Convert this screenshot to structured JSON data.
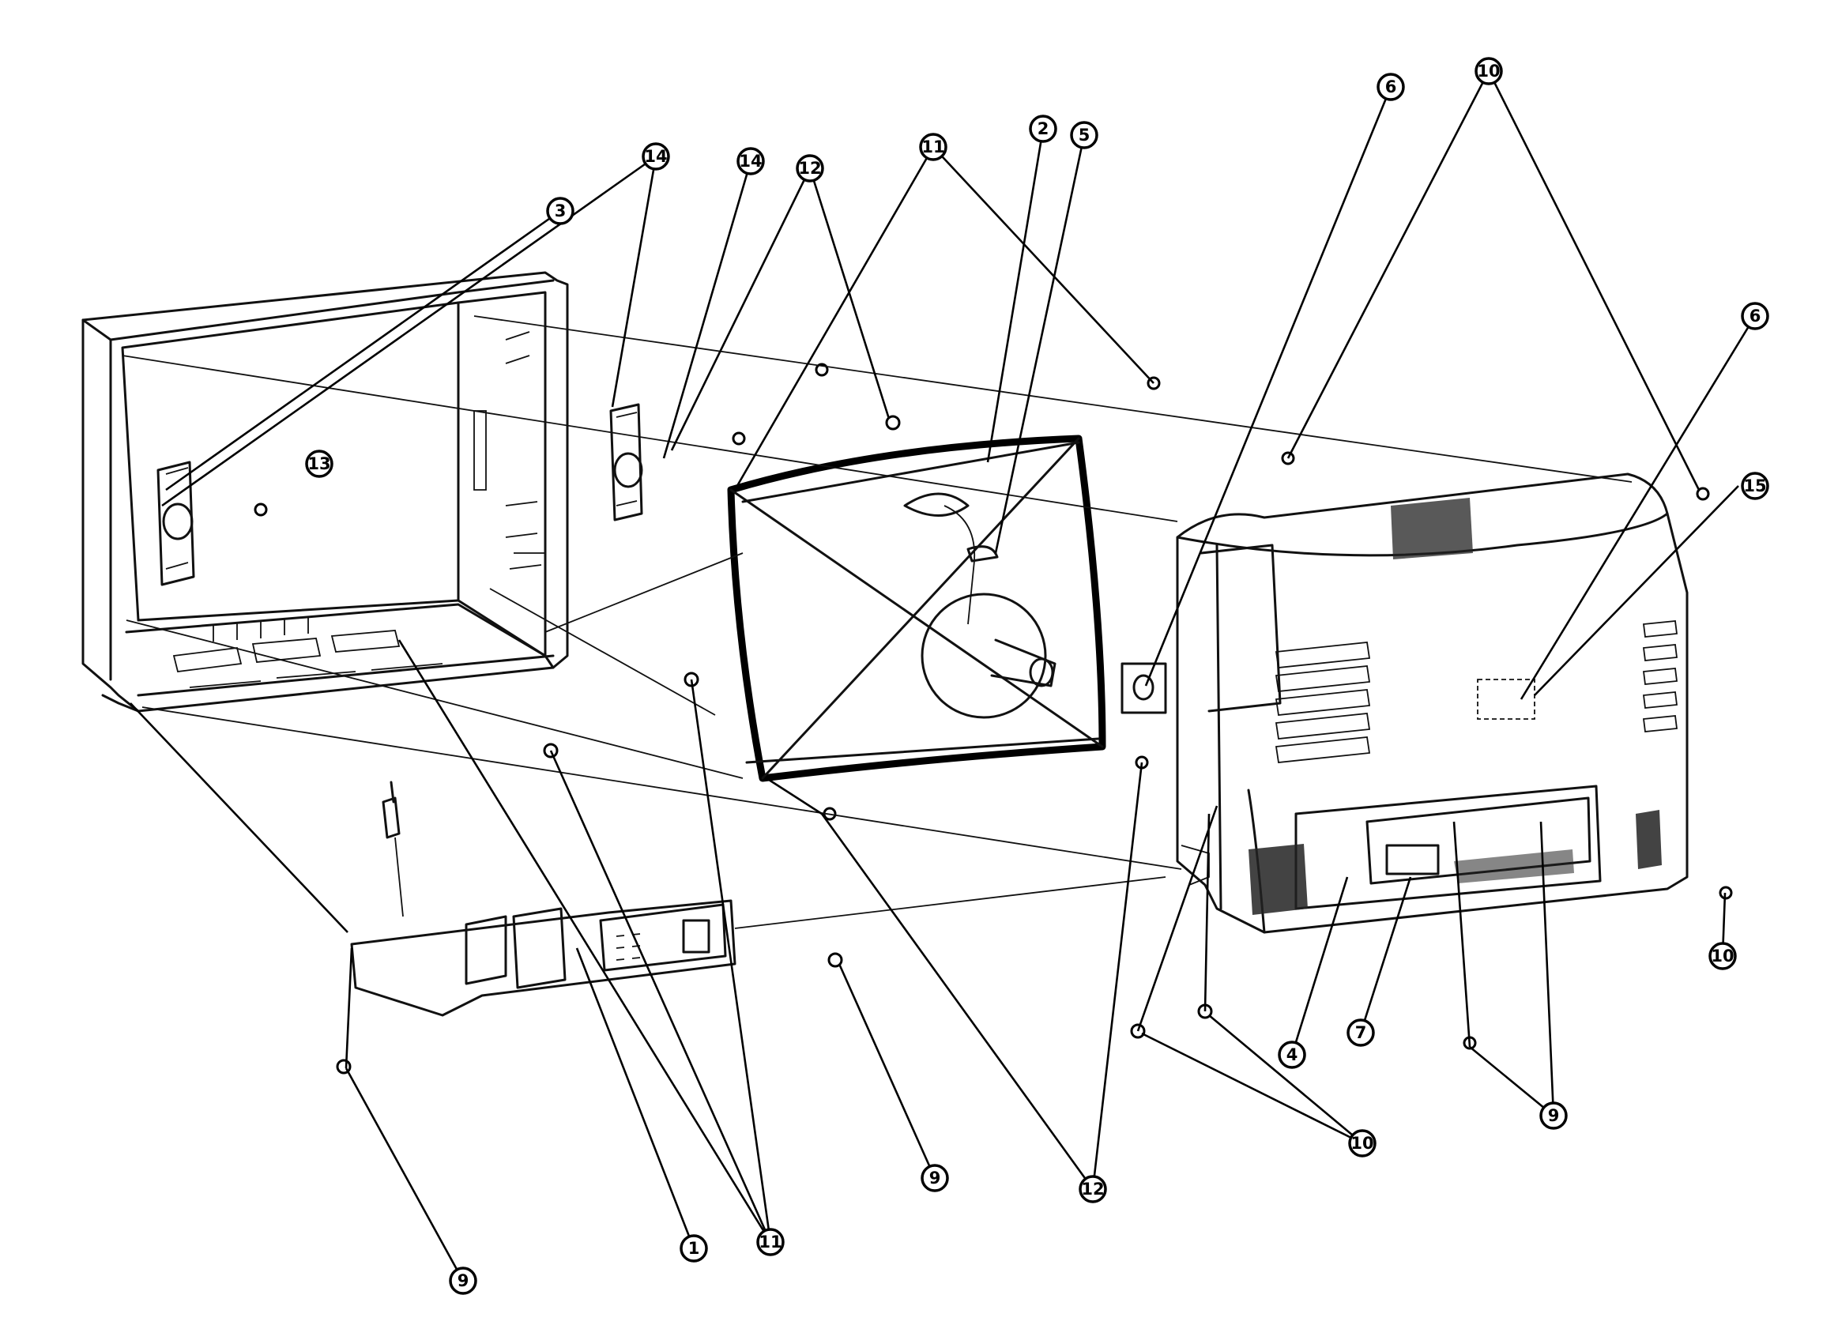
{
  "callouts": [
    {
      "id": "c1",
      "label": "1"
    },
    {
      "id": "c2",
      "label": "2"
    },
    {
      "id": "c3",
      "label": "3"
    },
    {
      "id": "c4",
      "label": "4"
    },
    {
      "id": "c5",
      "label": "5"
    },
    {
      "id": "c6a",
      "label": "6"
    },
    {
      "id": "c6b",
      "label": "6"
    },
    {
      "id": "c7",
      "label": "7"
    },
    {
      "id": "c9a",
      "label": "9"
    },
    {
      "id": "c9b",
      "label": "9"
    },
    {
      "id": "c9c",
      "label": "9"
    },
    {
      "id": "c10a",
      "label": "10"
    },
    {
      "id": "c10b",
      "label": "10"
    },
    {
      "id": "c10c",
      "label": "10"
    },
    {
      "id": "c11a",
      "label": "11"
    },
    {
      "id": "c11b",
      "label": "11"
    },
    {
      "id": "c12a",
      "label": "12"
    },
    {
      "id": "c12b",
      "label": "12"
    },
    {
      "id": "c13",
      "label": "13"
    },
    {
      "id": "c14a",
      "label": "14"
    },
    {
      "id": "c14b",
      "label": "14"
    },
    {
      "id": "c15",
      "label": "15"
    }
  ]
}
